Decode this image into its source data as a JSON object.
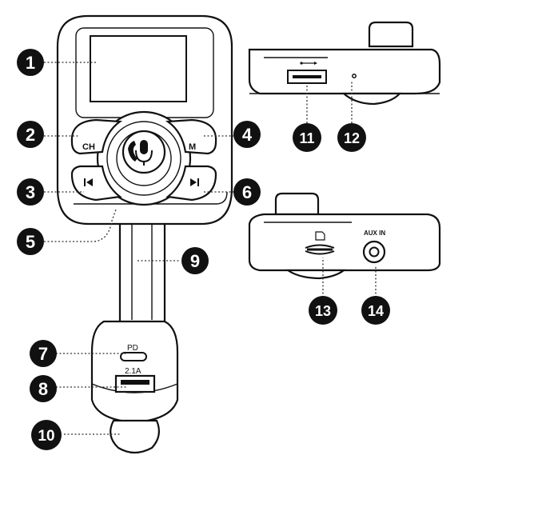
{
  "device": {
    "buttons": {
      "ch": "CH",
      "m": "M"
    },
    "ports": {
      "pd": "PD",
      "usb_rating": "2.1A",
      "aux": "AUX IN"
    }
  },
  "callouts": {
    "display": "1",
    "ch_button": "2",
    "prev_button": "3",
    "m_button": "4",
    "mic": "5",
    "next_button": "6",
    "pd_port": "7",
    "usb_port": "8",
    "gooseneck": "9",
    "plug": "10",
    "usb_reader": "11",
    "mic_hole": "12",
    "tf_slot": "13",
    "aux_jack": "14"
  },
  "colors": {
    "outline": "#111111",
    "callout_fill": "#111111",
    "callout_text": "#ffffff"
  }
}
